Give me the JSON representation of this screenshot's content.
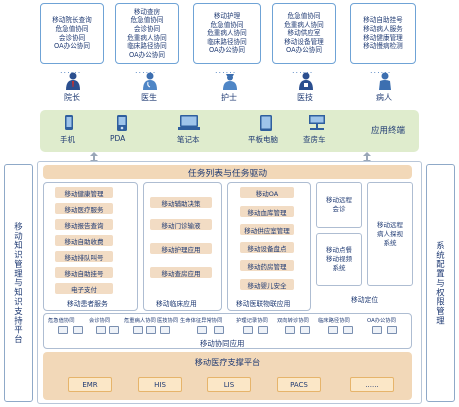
{
  "roles": [
    {
      "label": "院长",
      "functions": [
        "移动院长查询",
        "危急值协同",
        "会诊协同",
        "OA办公协同"
      ]
    },
    {
      "label": "医生",
      "functions": [
        "移动查房",
        "危急值协同",
        "会诊协同",
        "危重病人协同",
        "临床路径协同",
        "OA办公协同"
      ]
    },
    {
      "label": "护士",
      "functions": [
        "移动护理",
        "危急值协同",
        "危重病人协同",
        "临床路径协同",
        "OA办公协同"
      ]
    },
    {
      "label": "医技",
      "functions": [
        "危急值协同",
        "危重病人协同",
        "移动供应室",
        "移动设备管理",
        "OA办公协同"
      ]
    },
    {
      "label": "病人",
      "functions": [
        "移动自助挂号",
        "移动病人服务",
        "移动健康管理",
        "移动慢病检测"
      ]
    }
  ],
  "role_dots": "......",
  "terminals": {
    "items": [
      "手机",
      "PDA",
      "笔记本",
      "平板电脑",
      "查房车"
    ],
    "band_label": "应用终端"
  },
  "left_side": "移动知识管理与知识支持平台",
  "right_side": "系统配置与权限管理",
  "task_bar": "任务列表与任务驱动",
  "patient_services": {
    "title": "移动患者服务",
    "items": [
      "移动健康管理",
      "移动医疗服务",
      "移动报告查询",
      "移动自助收费",
      "移动排队叫号",
      "移动自助挂号",
      "电子支付"
    ]
  },
  "clinical": {
    "title": "移动临床应用",
    "items": [
      "移动辅助决策",
      "移动门诊输液",
      "移动护理应用",
      "移动查房应用"
    ]
  },
  "iot": {
    "title": "移动医联物联应用",
    "items": [
      "移动OA",
      "移动血库管理",
      "移动供应室管理",
      "移动设备盘点",
      "移动药房管理",
      "移动婴儿安全"
    ]
  },
  "consult": {
    "top": "移动远程会诊",
    "middle": "移动点餐移动视频系统",
    "bottom": "移动定位"
  },
  "remote_visit": "移动远程病人探视系统",
  "collab": {
    "title": "移动协同应用",
    "items": [
      "危急值协同",
      "会诊协同",
      "危重病人协同",
      "医技协同",
      "生命体征异常协同",
      "护理记录协同",
      "双向转诊协同",
      "临床路径协同",
      "OA办公协同"
    ]
  },
  "support": {
    "title": "移动医疗支撑平台",
    "systems": [
      "EMR",
      "HIS",
      "LIS",
      "PACS",
      "......"
    ]
  }
}
